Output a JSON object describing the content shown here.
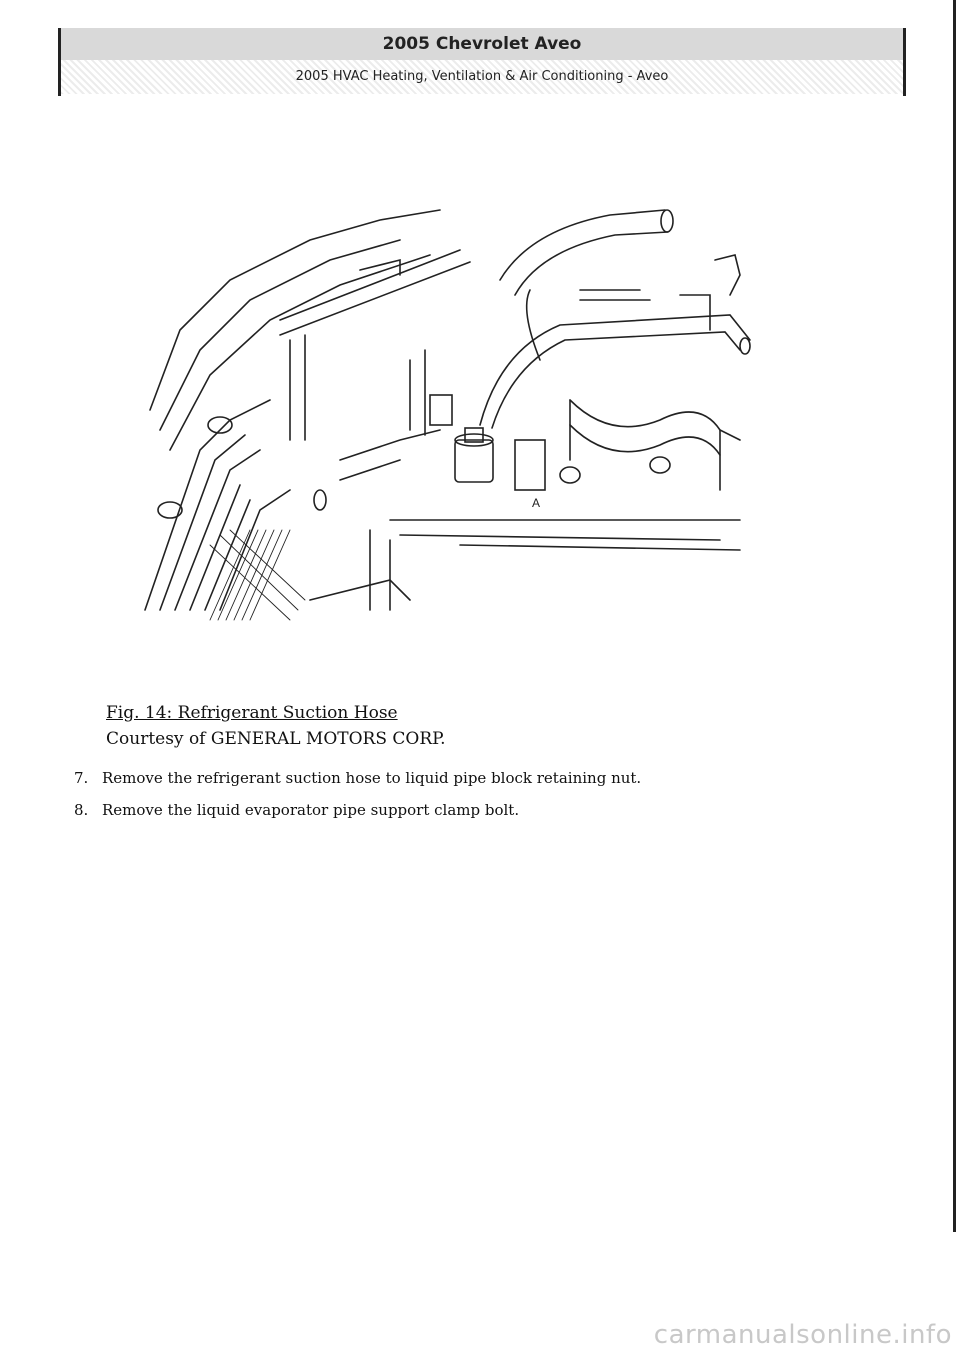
{
  "header": {
    "title": "2005 Chevrolet Aveo",
    "subtitle": "2005 HVAC Heating, Ventilation & Air Conditioning - Aveo"
  },
  "figure": {
    "title": "Fig. 14: Refrigerant Suction Hose",
    "credit": "Courtesy of GENERAL MOTORS CORP.",
    "callout": "A"
  },
  "steps": [
    {
      "num": "7.",
      "text": "Remove the refrigerant suction hose to liquid pipe block retaining nut."
    },
    {
      "num": "8.",
      "text": "Remove the liquid evaporator pipe support clamp bolt."
    }
  ],
  "watermark": "carmanualsonline.info"
}
